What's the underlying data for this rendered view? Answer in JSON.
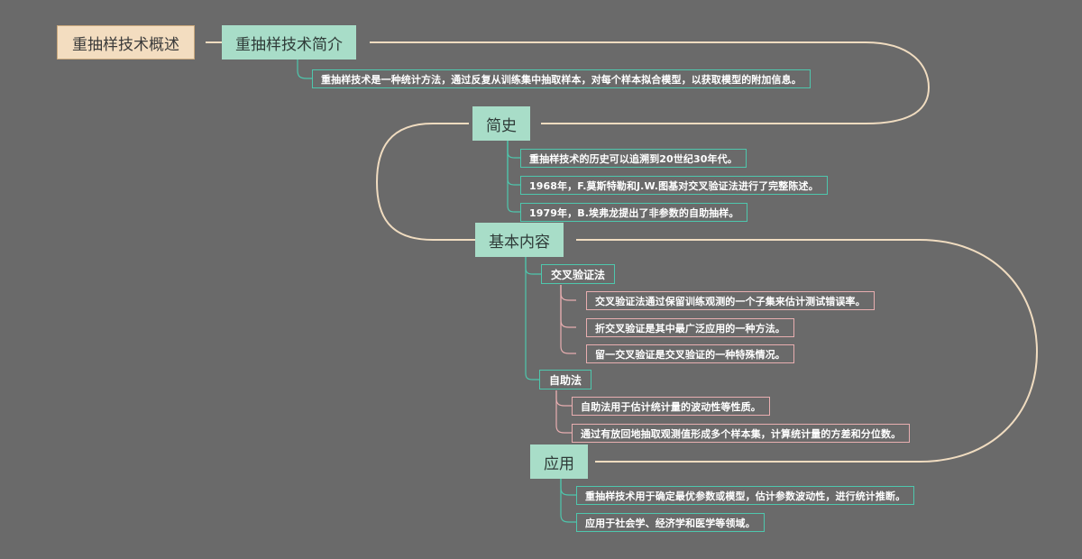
{
  "theme": {
    "background": "#6a6a6a",
    "root_fill": "#f3ddc0",
    "root_border": "#c9a87c",
    "topic_fill": "#a8ddc8",
    "teal_border": "#4ec7ad",
    "pink_border": "#e8aeb0",
    "spine_color": "#f0dcc0",
    "branch_color": "#4ec7ad",
    "branch_color_pink": "#e8aeb0",
    "text_light": "#ffffff",
    "text_dark": "#2f3b38"
  },
  "mindmap": {
    "root": {
      "label": "重抽样技术概述"
    },
    "topics": [
      {
        "label": "重抽样技术简介",
        "leaves": [
          {
            "text": "重抽样技术是一种统计方法，通过反复从训练集中抽取样本，对每个样本拟合模型，以获取模型的附加信息。",
            "style": "teal"
          }
        ],
        "subtopics": []
      },
      {
        "label": "简史",
        "leaves": [
          {
            "text": "重抽样技术的历史可以追溯到20世纪30年代。",
            "style": "teal"
          },
          {
            "text": "1968年，F.莫斯特勒和J.W.图基对交叉验证法进行了完整陈述。",
            "style": "teal"
          },
          {
            "text": "1979年，B.埃弗龙提出了非参数的自助抽样。",
            "style": "teal"
          }
        ],
        "subtopics": []
      },
      {
        "label": "基本内容",
        "leaves": [],
        "subtopics": [
          {
            "label": "交叉验证法",
            "leaves": [
              {
                "text": "交叉验证法通过保留训练观测的一个子集来估计测试错误率。",
                "style": "pink"
              },
              {
                "text": "折交叉验证是其中最广泛应用的一种方法。",
                "style": "pink"
              },
              {
                "text": "留一交叉验证是交叉验证的一种特殊情况。",
                "style": "pink"
              }
            ]
          },
          {
            "label": "自助法",
            "leaves": [
              {
                "text": "自助法用于估计统计量的波动性等性质。",
                "style": "pink"
              },
              {
                "text": "通过有放回地抽取观测值形成多个样本集，计算统计量的方差和分位数。",
                "style": "pink"
              }
            ]
          }
        ]
      },
      {
        "label": "应用",
        "leaves": [
          {
            "text": "重抽样技术用于确定最优参数或模型，估计参数波动性，进行统计推断。",
            "style": "teal"
          },
          {
            "text": "应用于社会学、经济学和医学等领域。",
            "style": "teal"
          }
        ],
        "subtopics": []
      }
    ]
  }
}
